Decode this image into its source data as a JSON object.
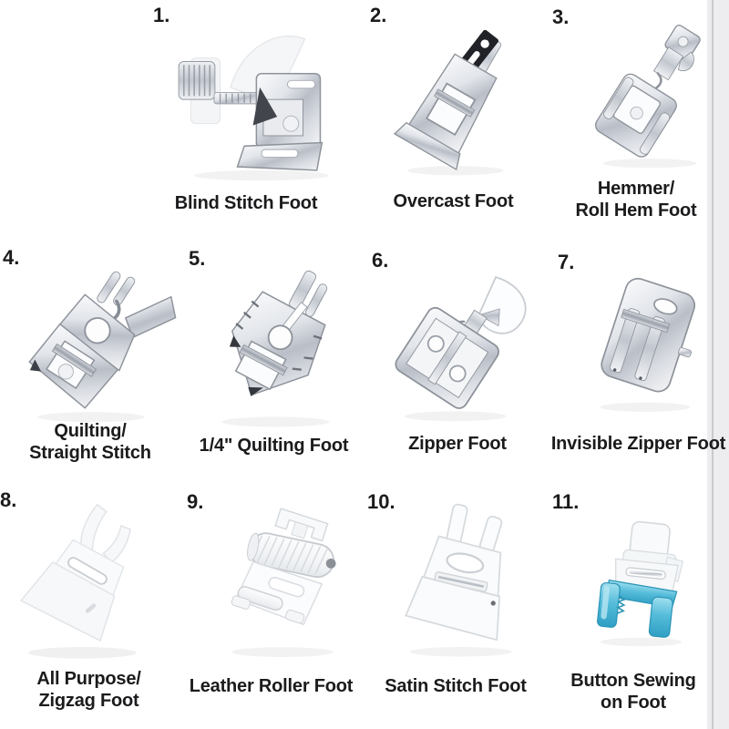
{
  "page": {
    "description_colors": {
      "background": "#ffffff",
      "label_text": "#1b1b1d",
      "metal_light": "#fafbfc",
      "metal_mid": "#b9bec7",
      "metal_dark": "#8e939b",
      "clear_plastic": "#f1f3f5",
      "black_plastic": "#212227",
      "button_foot_blue": "#4fb8d8",
      "right_edge_band": "#ededef"
    }
  },
  "items": [
    {
      "number": "1.",
      "label": "Blind Stitch Foot",
      "image": "blind-stitch-foot"
    },
    {
      "number": "2.",
      "label": "Overcast Foot",
      "image": "overcast-foot"
    },
    {
      "number": "3.",
      "label": "Hemmer/\nRoll Hem Foot",
      "image": "hemmer-roll-hem-foot"
    },
    {
      "number": "4.",
      "label": "Quilting/\nStraight Stitch",
      "image": "quilting-straight-stitch-foot"
    },
    {
      "number": "5.",
      "label": "1/4\" Quilting Foot",
      "image": "quarter-inch-quilting-foot"
    },
    {
      "number": "6.",
      "label": "Zipper Foot",
      "image": "zipper-foot"
    },
    {
      "number": "7.",
      "label": "Invisible Zipper Foot",
      "image": "invisible-zipper-foot"
    },
    {
      "number": "8.",
      "label": "All Purpose/\nZigzag Foot",
      "image": "all-purpose-zigzag-foot"
    },
    {
      "number": "9.",
      "label": "Leather Roller Foot",
      "image": "leather-roller-foot"
    },
    {
      "number": "10.",
      "label": "Satin Stitch Foot",
      "image": "satin-stitch-foot"
    },
    {
      "number": "11.",
      "label": "Button Sewing\non Foot",
      "image": "button-sewing-on-foot"
    }
  ]
}
